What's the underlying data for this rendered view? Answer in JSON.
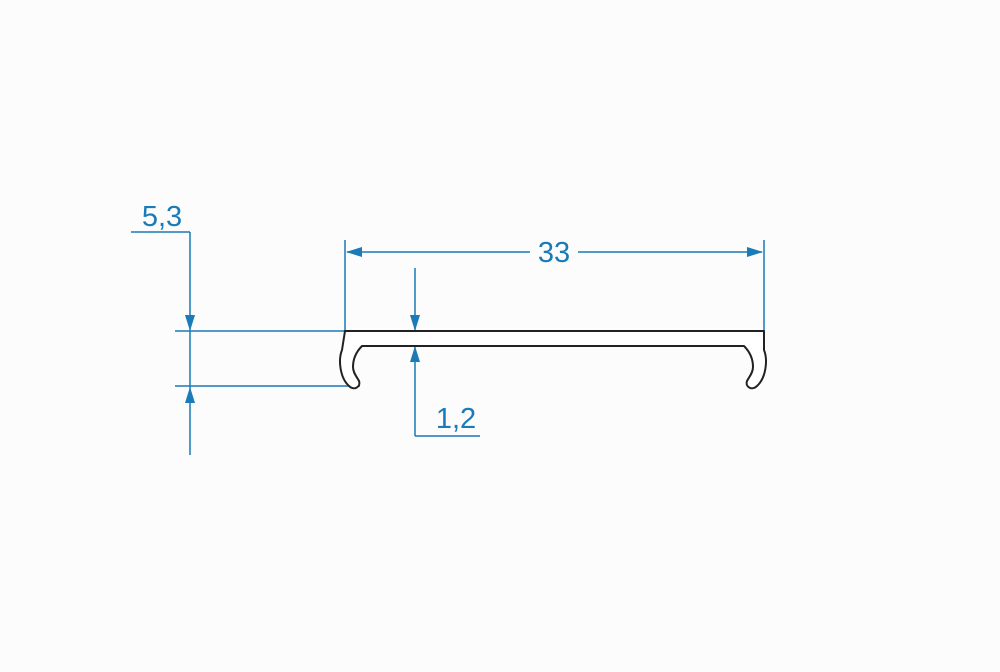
{
  "drawing": {
    "width_label": "33",
    "height_label": "5,3",
    "thickness_label": "1,2"
  },
  "colors": {
    "background": "#fbfcfb",
    "dimension": "#1a7bb8",
    "profile_outline": "#222222",
    "profile_fill": "#ffffff"
  }
}
